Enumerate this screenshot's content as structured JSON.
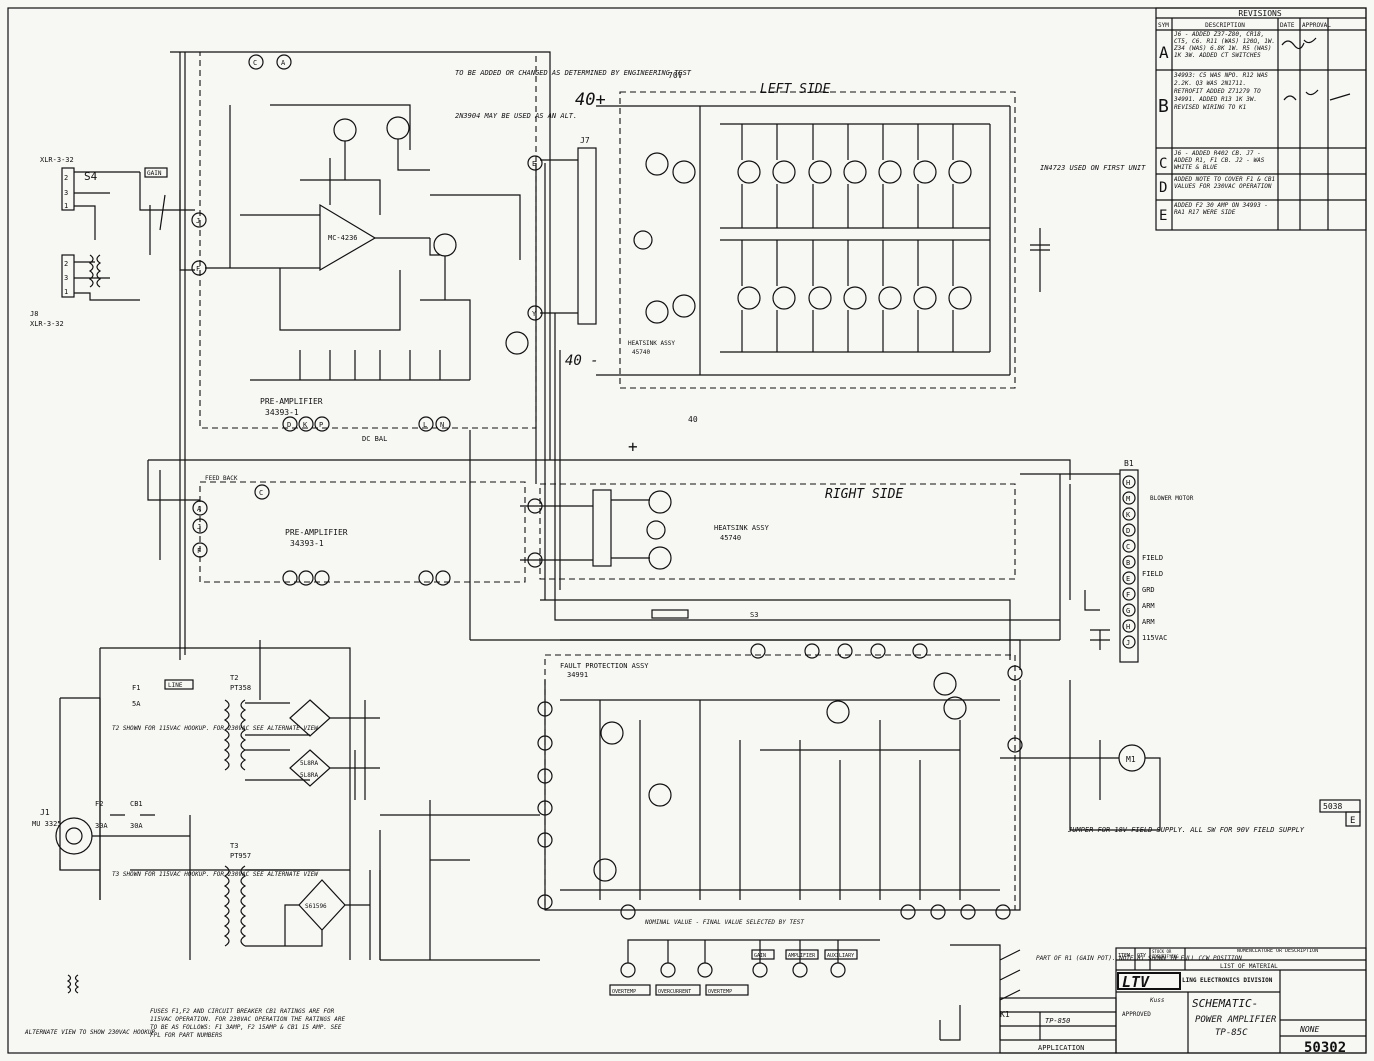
{
  "sheet": {
    "left_side_label": "LEFT SIDE",
    "right_side_label": "RIGHT SIDE",
    "heatsink_label": "HEATSINK ASSY",
    "heatsink_part": "45740",
    "heatsink_left": "HEATSINK ASSY",
    "heatsink_left_part": "45740",
    "v40_plus": "40+",
    "v40_minus": "40 -",
    "v40_mid": "40",
    "v40_top": "70V",
    "j4_title": "PRE-AMPLIFIER",
    "j4_part": "34393-1",
    "j5_title": "PRE-AMPLIFIER",
    "j5_part": "34393-1",
    "j6_title": "FAULT PROTECTION ASSY",
    "j6_part": "34991",
    "j7_label": "J7",
    "b1_label": "B1",
    "s4_label": "S4",
    "gain_label": "GAIN",
    "line_label": "LINE",
    "t2_label": "T2",
    "t2_part": "PT358",
    "t3_label": "T3",
    "t3_part": "PT957",
    "j1_label": "J1",
    "j1_part": "MU 3325",
    "f1_label": "F1",
    "f1_value": "5A",
    "f2_label": "F2",
    "f2_value": "30A",
    "cb1_label": "CB1",
    "cb1_value": "30A",
    "xlr_top": "XLR-3-32",
    "xlr_bottom": "XLR-3-32",
    "j8_label": "J8",
    "cr_bridge_1": "5L8RA",
    "cr_bridge_2": "5L8RA",
    "cr_bridge_3": "S61596",
    "m1_label": "M1",
    "s3_label": "S3",
    "dc_bal": "DC BAL",
    "feed_back": "FEED BACK",
    "note_top_1": "TO BE ADDED OR CHANGED AS DETERMINED BY ENGINEERING TEST",
    "note_top_2": "2N3904 MAY BE USED AS AN ALT.",
    "note_in4723": "IN4723 USED ON FIRST UNIT",
    "note_jumper": "JUMPER FOR 18V FIELD SUPPLY. ALL SW FOR 90V FIELD SUPPLY",
    "note_fuses": "FUSES F1,F2 AND CIRCUIT BREAKER CB1 RATINGS ARE FOR 115VAC OPERATION. FOR 230VAC OPERATION THE RATINGS ARE TO BE AS FOLLOWS: F1 3AMP, F2 15AMP & CB1 15 AMP. SEE FPL FOR PART NUMBERS",
    "note_nominal": "NOMINAL VALUE - FINAL VALUE SELECTED BY TEST",
    "note_t2": "T2 SHOWN FOR 115VAC HOOKUP. FOR 230VAC SEE ALTERNATE VIEW",
    "note_t3": "T3 SHOWN FOR 115VAC HOOKUP. FOR 230VAC SEE ALTERNATE VIEW",
    "note_part_of_r1": "PART OF R1 (GAIN POT). NOTE R1 SHOWN IN FULL CCW POSITION",
    "alternate_view": "ALTERNATE VIEW TO SHOW 230VAC HOOKUP",
    "field_labels": [
      "FIELD",
      "FIELD",
      "GRD",
      "ARM",
      "ARM",
      "115VAC"
    ],
    "blower_motor": "BLOWER MOTOR",
    "indicators": [
      "OVERTEMP",
      "OVERCURRENT",
      "OVERTEMP"
    ],
    "indicator_tops": [
      "GAIN",
      "AMPLIFIER",
      "AUXILIARY"
    ]
  },
  "revisions": {
    "title": "REVISIONS",
    "headers": [
      "SYM",
      "DESCRIPTION",
      "DATE",
      "APPROVAL"
    ],
    "rows": [
      {
        "sym": "A",
        "text": "J6 - ADDED Z37-Z80, CR18, CT5, C6. R11 (WAS) 120Ω, 1W. Z34 (WAS) 6.8K 1W. R5 (WAS) 1K 3W. ADDED CT SWITCHES"
      },
      {
        "sym": "B",
        "text": "34993: C5 WAS NPO. R12 WAS 2.2K. Q3 WAS 2N1711. RETROFIT ADDED Z71279 TO 34991. ADDED R13 1K 3W. REVISED WIRING TO K1"
      },
      {
        "sym": "C",
        "text": "J6 - ADDED R402 CB. J7 - ADDED R1, F1 CB. J2 - WAS WHITE & BLUE"
      },
      {
        "sym": "D",
        "text": "ADDED NOTE TO COVER F1 & CB1 VALUES FOR 230VAC OPERATION"
      },
      {
        "sym": "E",
        "text": "ADDED F2 30 AMP ON 34993 - RA1 R17 WERE SIDE"
      }
    ]
  },
  "title_block": {
    "company_logo": "LTV",
    "company": "LING ELECTRONICS DIVISION",
    "title": "SCHEMATIC-",
    "subtitle": "POWER AMPLIFIER",
    "model": "TP-85C",
    "scale": "NONE",
    "dwg_no": "50302",
    "rev": "E",
    "rev_box": "5038",
    "application": "APPLICATION",
    "next_assy": "TP-850",
    "list_of_material": "LIST OF MATERIAL",
    "drawn_by": "Kuss",
    "approved": "APPROVED",
    "item_headers": [
      "ITEM",
      "QTY",
      "STOCK OR IDENTIFYING NO",
      "NOMENCLATURE OR DESCRIPTION"
    ]
  },
  "colors": {
    "ink": "#111111",
    "paper": "#f7f7f4"
  }
}
